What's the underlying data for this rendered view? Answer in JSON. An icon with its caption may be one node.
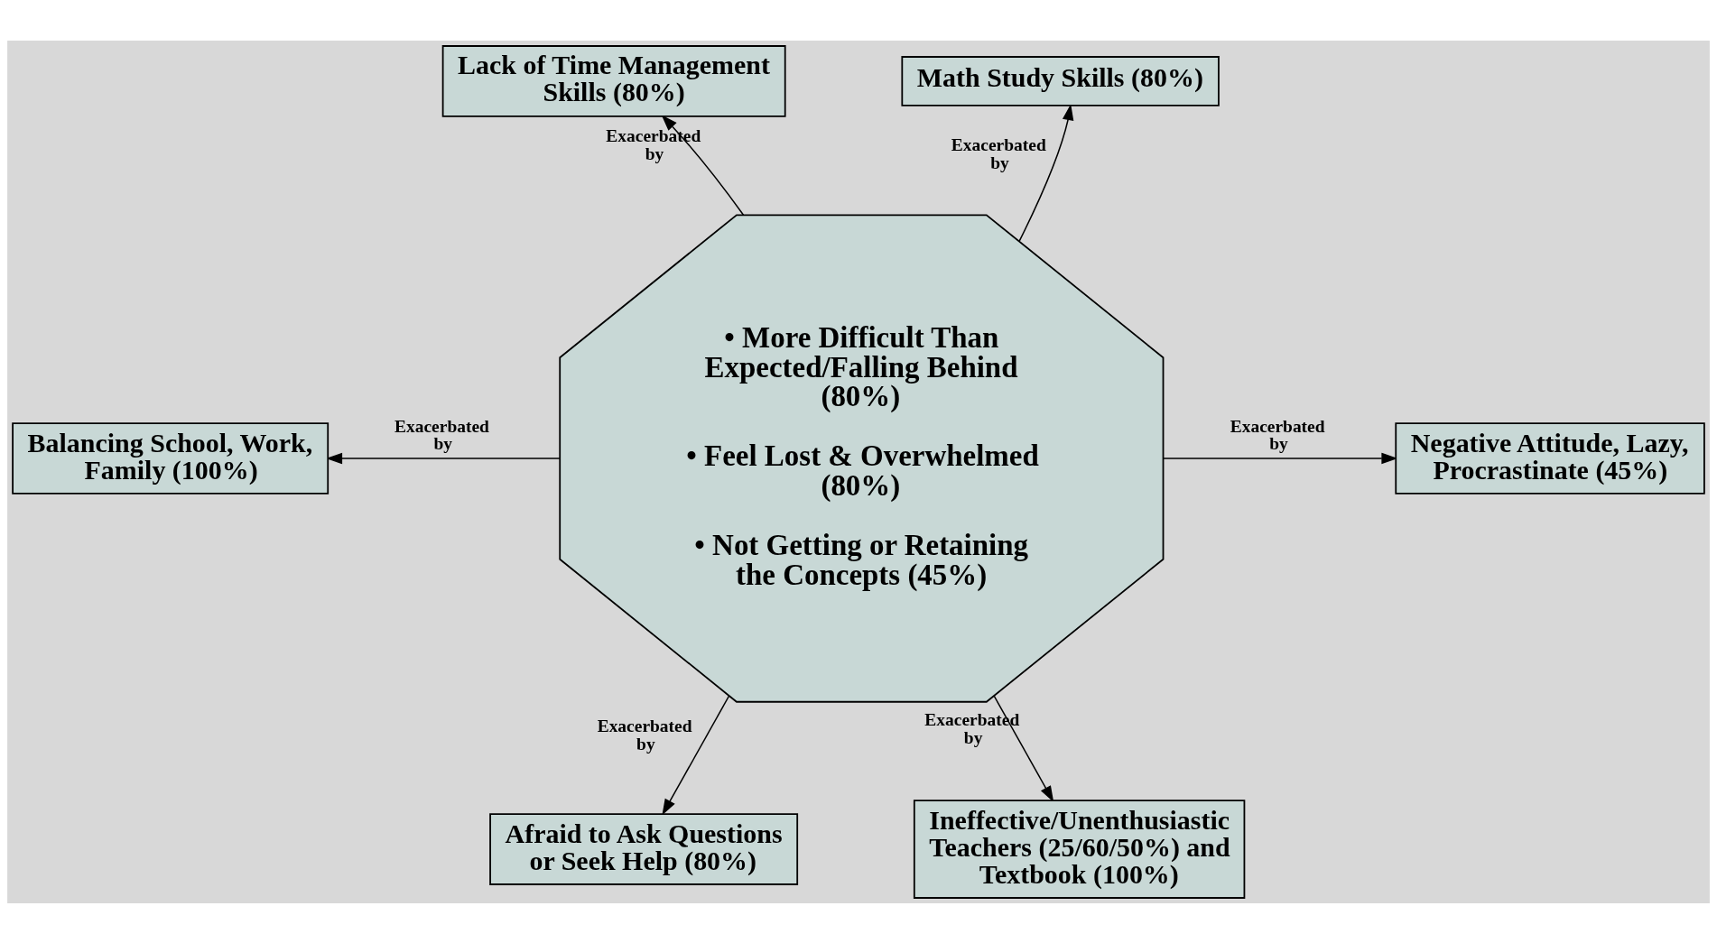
{
  "diagram": {
    "nodes": [
      {
        "text": [
          "• More Difficult Than Expected/Falling Behind (80%)",
          "• Feel Lost & Overwhelmed (80%)",
          "• Not Getting or Retaining the Concepts (45%)"
        ]
      },
      {
        "text": [
          "Lack of Time Management Skills (80%)"
        ]
      },
      {
        "text": [
          "Math Study Skills (80%)"
        ]
      },
      {
        "text": [
          "Balancing School, Work, Family (100%)"
        ]
      },
      {
        "text": [
          "Negative Attitude, Lazy, Procrastinate (45%)"
        ]
      },
      {
        "text": [
          "Afraid to Ask Questions or Seek Help (80%)"
        ]
      },
      {
        "text": [
          "Ineffective/Unenthusiastic Teachers (25/60/50%) and Textbook (100%)"
        ]
      }
    ],
    "edges": [
      {
        "from": 0,
        "to": 1,
        "arrow": "to",
        "label": "Exacerbated by"
      },
      {
        "from": 0,
        "to": 2,
        "arrow": "to",
        "label": "Exacerbated by"
      },
      {
        "from": 0,
        "to": 3,
        "arrow": "to",
        "label": "Exacerbated by"
      },
      {
        "from": 0,
        "to": 4,
        "arrow": "to",
        "label": "Exacerbated by"
      },
      {
        "from": 0,
        "to": 5,
        "arrow": "to",
        "label": "Exacerbated by"
      },
      {
        "from": 0,
        "to": 6,
        "arrow": "to",
        "label": "Exacerbated by"
      }
    ]
  }
}
